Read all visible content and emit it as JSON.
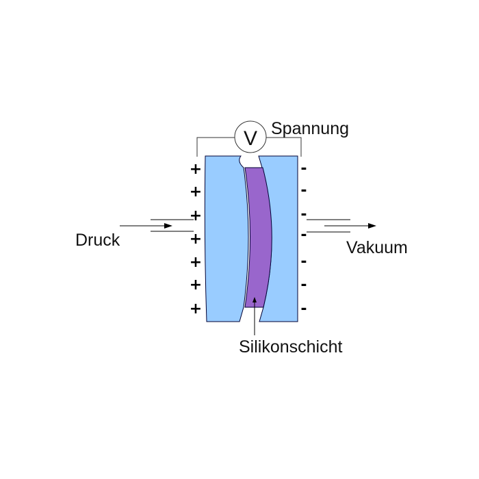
{
  "labels": {
    "voltage": "Spannung",
    "pressure": "Druck",
    "vacuum": "Vakuum",
    "layer": "Silikonschicht",
    "meter_symbol": "V"
  },
  "signs": {
    "left": [
      "+",
      "+",
      "+",
      "+",
      "+",
      "+",
      "+"
    ],
    "right": [
      "-",
      "-",
      "-",
      "-",
      "-",
      "-",
      "-"
    ]
  },
  "colors": {
    "electrode": "#99ccff",
    "silicone": "#9966cc",
    "outline": "#000033",
    "background": "#ffffff"
  }
}
